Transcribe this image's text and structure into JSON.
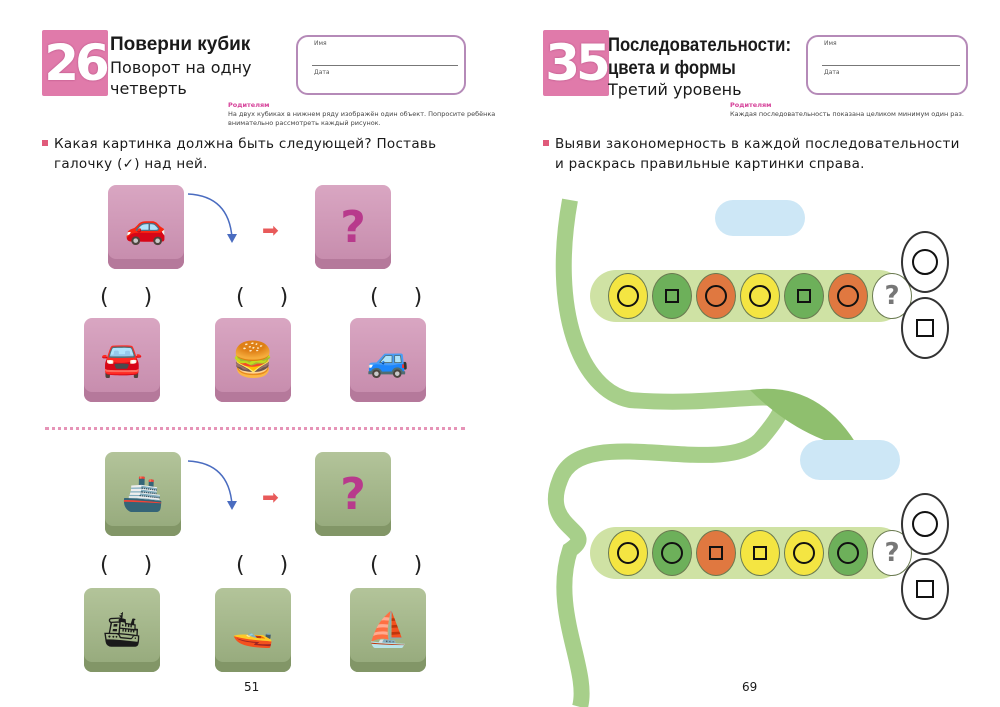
{
  "left_page": {
    "number": "26",
    "title": "Поверни кубик",
    "subtitle_lines": [
      "Поворот на одну",
      "четверть"
    ],
    "name_label": "Имя",
    "date_label": "Дата",
    "parents_label": "Родителям",
    "parents_text": "На двух кубиках в нижнем ряду изображён один объект. Попросите ребёнка внимательно рассмотреть каждый рисунок.",
    "task_lines": [
      "Какая картинка должна быть следующей? Поставь",
      "галочку (✓) над ней."
    ],
    "question_mark": "?",
    "paren": "( )",
    "page_number": "51"
  },
  "right_page": {
    "number": "35",
    "title_lines": [
      "Последовательности:",
      "цвета и формы"
    ],
    "subtitle": "Третий уровень",
    "name_label": "Имя",
    "date_label": "Дата",
    "parents_label": "Родителям",
    "parents_text": "Каждая последовательность показана целиком минимум один раз.",
    "task_lines": [
      "Выяви закономерность в каждой последовательности",
      "и раскрась правильные картинки справа."
    ],
    "question_mark": "?",
    "page_number": "69",
    "sequences": [
      {
        "beads": [
          {
            "color": "#f4e542",
            "shape": "circle"
          },
          {
            "color": "#6db05a",
            "shape": "square"
          },
          {
            "color": "#e07840",
            "shape": "circle"
          },
          {
            "color": "#f4e542",
            "shape": "circle"
          },
          {
            "color": "#6db05a",
            "shape": "square"
          },
          {
            "color": "#e07840",
            "shape": "circle"
          },
          {
            "color": "#ffffff",
            "shape": "question"
          }
        ],
        "answers": [
          "circle",
          "square"
        ]
      },
      {
        "beads": [
          {
            "color": "#f4e542",
            "shape": "circle"
          },
          {
            "color": "#6db05a",
            "shape": "circle"
          },
          {
            "color": "#e07840",
            "shape": "square"
          },
          {
            "color": "#f4e542",
            "shape": "square"
          },
          {
            "color": "#f4e542",
            "shape": "circle"
          },
          {
            "color": "#6db05a",
            "shape": "circle"
          },
          {
            "color": "#ffffff",
            "shape": "question"
          }
        ],
        "answers": [
          "circle",
          "square"
        ]
      }
    ]
  }
}
